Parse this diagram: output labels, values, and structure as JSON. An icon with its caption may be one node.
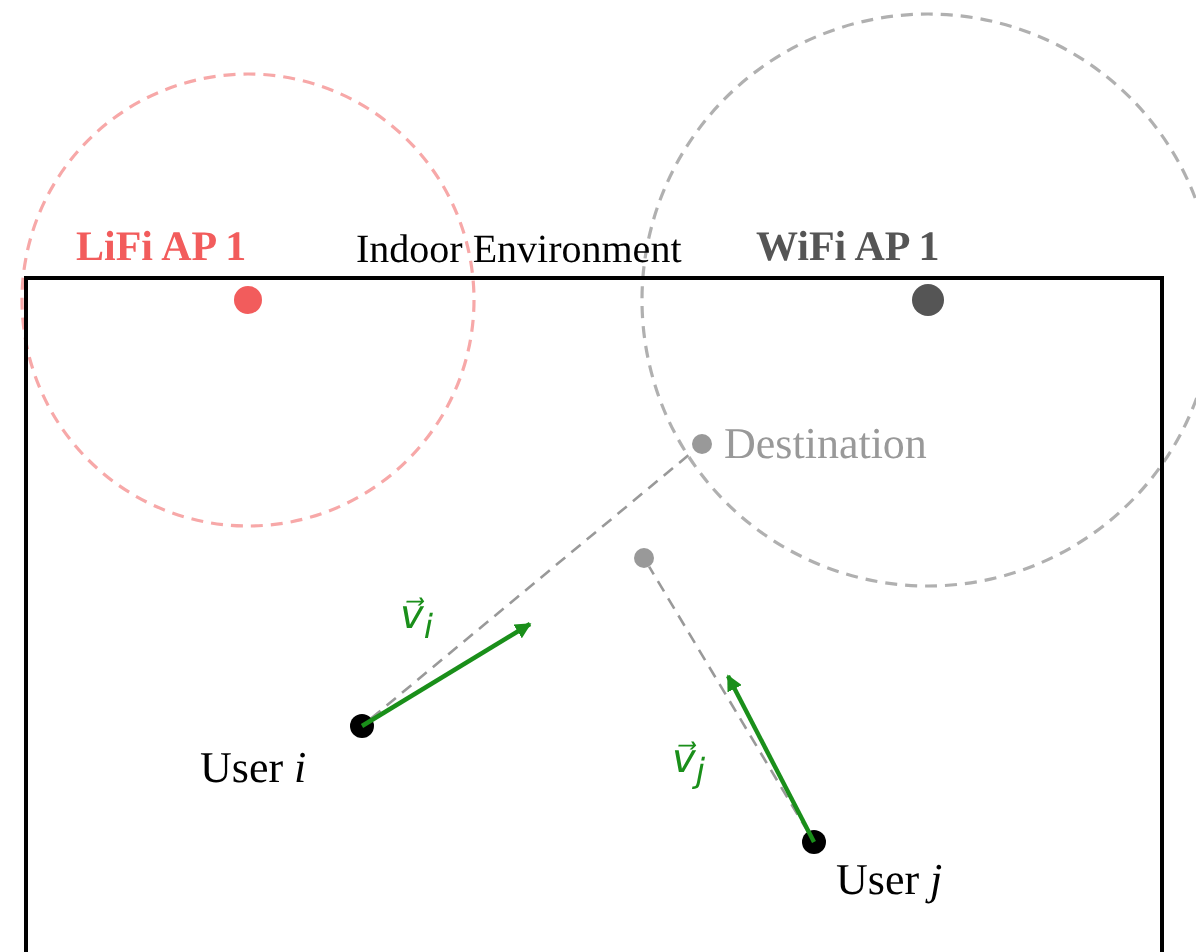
{
  "diagram": {
    "nodes": [
      {
        "text": [
          "Indoor Environment"
        ]
      },
      {
        "text": [],
        "shape": "circle",
        "in": 0,
        "beside": [
          "LiFi AP 1"
        ]
      },
      {
        "text": [],
        "shape": "circle",
        "in": 0,
        "beside": [
          "WiFi AP 1"
        ]
      },
      {
        "text": [],
        "shape": "circle",
        "in": 0,
        "beside": [
          "Destination"
        ]
      },
      {
        "text": [],
        "shape": "circle",
        "in": 0
      },
      {
        "text": [],
        "shape": "circle",
        "in": 0,
        "beside": [
          "User *i*"
        ]
      },
      {
        "text": [],
        "shape": "circle",
        "in": 0,
        "beside": [
          "User *j*"
        ]
      }
    ],
    "edges": [
      {
        "from": 5,
        "to": 3,
        "arrow": "none",
        "style": "dashed",
        "color": "#999999"
      },
      {
        "from": 6,
        "to": 4,
        "arrow": "none",
        "style": "dashed",
        "color": "#999999"
      }
    ],
    "labels": [
      "v⃗$_{i}$",
      "v⃗$_{j}$"
    ]
  }
}
